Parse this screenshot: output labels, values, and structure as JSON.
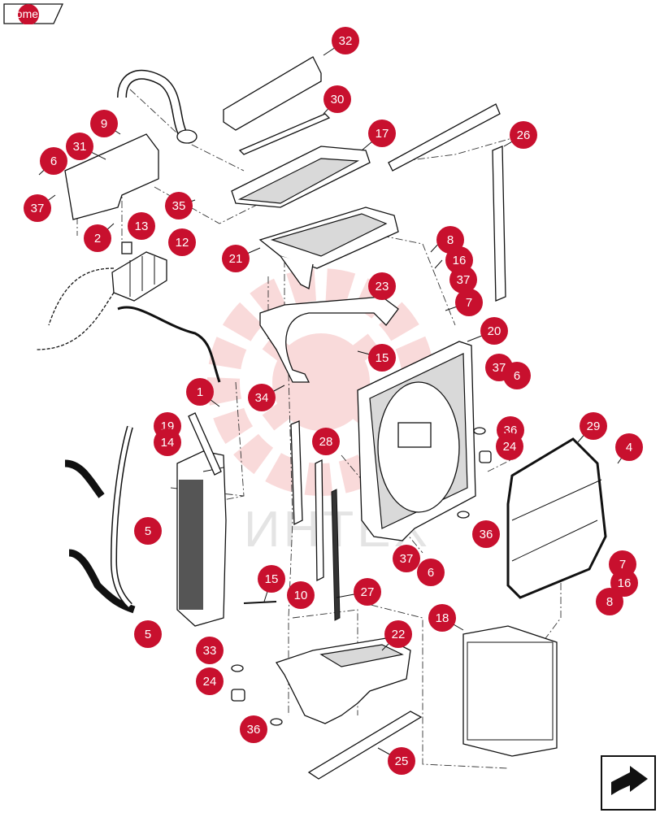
{
  "nav": {
    "home_label": "home"
  },
  "colors": {
    "callout": "#c8102e",
    "callout_text": "#ffffff",
    "watermark": "#e85a5a"
  },
  "watermark_text": "ИНТЕХ",
  "callouts": [
    "32",
    "30",
    "17",
    "9",
    "31",
    "6",
    "37",
    "35",
    "2",
    "13",
    "12",
    "21",
    "23",
    "8",
    "16",
    "37",
    "7",
    "20",
    "15",
    "37",
    "6",
    "1",
    "34",
    "19",
    "14",
    "28",
    "29",
    "4",
    "5",
    "36",
    "24",
    "36",
    "15",
    "10",
    "27",
    "37",
    "6",
    "7",
    "16",
    "8",
    "5",
    "18",
    "22",
    "33",
    "24",
    "36",
    "25",
    "26"
  ],
  "nav_icon": "next-page-arrow-icon"
}
